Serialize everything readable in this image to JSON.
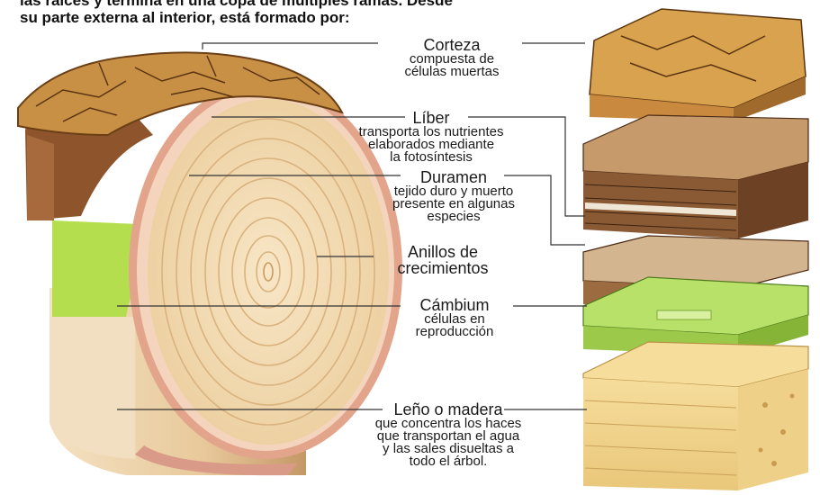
{
  "intro": {
    "line1": "las raíces y termina en una copa de múltiples ramas. Desde",
    "line2": "su parte externa al interior, está formado por:"
  },
  "labels": {
    "corteza": {
      "title": "Corteza",
      "l1": "compuesta de",
      "l2": "células muertas"
    },
    "liber": {
      "title": "Líber",
      "l1": "transporta los nutrientes",
      "l2": "elaborados mediante",
      "l3": "la fotosíntesis"
    },
    "duramen": {
      "title": "Duramen",
      "l1": "tejido duro y muerto",
      "l2": "presente en algunas",
      "l3": "especies"
    },
    "anillos": {
      "l1": "Anillos de",
      "l2": "crecimientos"
    },
    "cambium": {
      "title": "Cámbium",
      "l1": "células en",
      "l2": "reproducción"
    },
    "leno": {
      "title": "Leño o madera",
      "l1": "que concentra los haces",
      "l2": "que transportan el agua",
      "l3": "y las sales disueltas a",
      "l4": "todo el árbol."
    }
  },
  "colors": {
    "bark": "#c9944a",
    "bark_dark": "#7a4a1e",
    "inner_bark": "#9c5f32",
    "phloem_pink": "#e3a98f",
    "cambium_green": "#a8d84a",
    "wood_light": "#f3dcb8",
    "wood_ring": "#e2bf8e",
    "leader_line": "#333333"
  }
}
